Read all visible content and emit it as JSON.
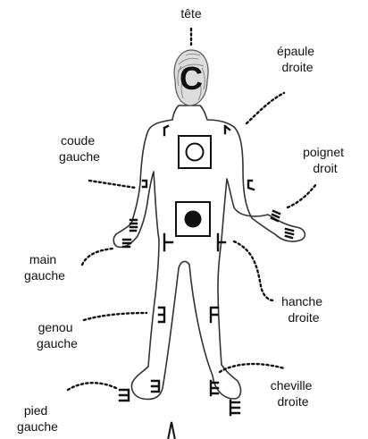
{
  "labels": {
    "tete": "tête",
    "epaule_droite": [
      "épaule",
      "droite"
    ],
    "coude_gauche": [
      "coude",
      "gauche"
    ],
    "poignet_droit": [
      "poignet",
      "droit"
    ],
    "main_gauche": [
      "main",
      "gauche"
    ],
    "hanche_droite": [
      "hanche",
      "droite"
    ],
    "genou_gauche": [
      "genou",
      "gauche"
    ],
    "cheville_droite": [
      "cheville",
      "droite"
    ],
    "pied_gauche": [
      "pied",
      "gauche"
    ]
  },
  "head_symbol": "C",
  "colors": {
    "ink": "#111111",
    "hair": "#dcdcdc",
    "outline": "#333333"
  }
}
